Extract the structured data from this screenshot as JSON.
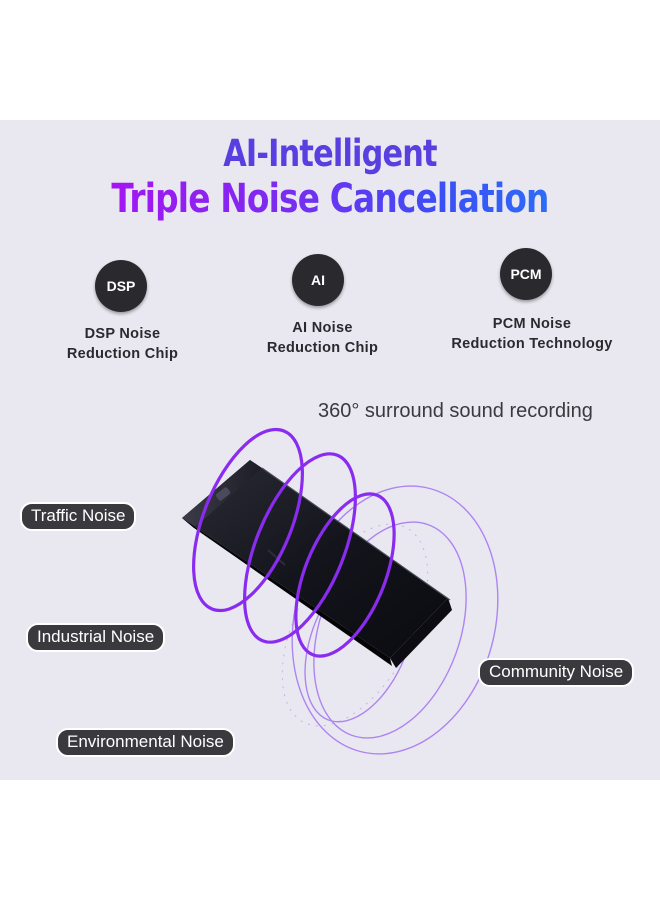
{
  "headline": {
    "line1": "AI-Intelligent",
    "line2": "Triple Noise Cancellation"
  },
  "features": [
    {
      "badge": "DSP",
      "line1": "DSP Noise",
      "line2": "Reduction Chip"
    },
    {
      "badge": "AI",
      "line1": "AI Noise",
      "line2": "Reduction Chip"
    },
    {
      "badge": "PCM",
      "line1": "PCM Noise",
      "line2": "Reduction Technology"
    }
  ],
  "subtitle": "360° surround sound recording",
  "noise_labels": {
    "traffic": "Traffic Noise",
    "industrial": "Industrial Noise",
    "community": "Community Noise",
    "environmental": "Environmental Noise"
  },
  "colors": {
    "background": "#e9e8f1",
    "badge": "#2a2a2e",
    "ring": "#8a2cf0",
    "gradient_start": "#a416f2",
    "gradient_end": "#2e6cf6"
  }
}
